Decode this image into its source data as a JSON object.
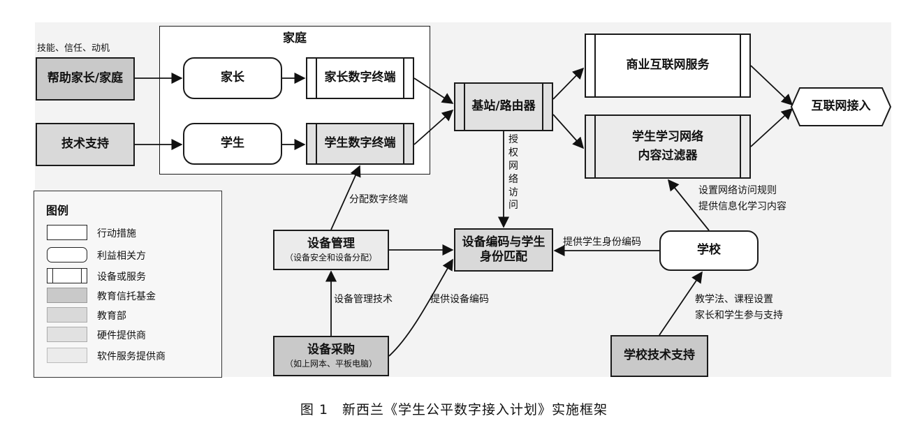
{
  "family_group": {
    "title": "家庭"
  },
  "nodes": {
    "help_family": "帮助家长/家庭",
    "tech_support": "技术支持",
    "parent": "家长",
    "student": "学生",
    "parent_terminal": "家长数字终端",
    "student_terminal": "学生数字终端",
    "base_station": "基站/路由器",
    "commercial_service": "商业互联网服务",
    "content_filter_line1": "学生学习网络",
    "content_filter_line2": "内容过滤器",
    "internet_access": "互联网接入",
    "device_management": "设备管理",
    "device_management_sub": "（设备安全和设备分配）",
    "device_matching_line1": "设备编码与学生",
    "device_matching_line2": "身份匹配",
    "school": "学校",
    "device_procurement": "设备采购",
    "device_procurement_sub": "（如上网本、平板电脑）",
    "school_tech_support": "学校技术支持"
  },
  "edge_labels": {
    "skills_trust_motivation": "技能、信任、动机",
    "assign_terminal": "分配数字终端",
    "authorize_access": [
      "授",
      "权",
      "网",
      "络",
      "访",
      "问"
    ],
    "provide_student_id": "提供学生身份编码",
    "set_access_rules": "设置网络访问规则",
    "provide_learning_content": "提供信息化学习内容",
    "device_management_tech": "设备管理技术",
    "provide_device_code": "提供设备编码",
    "pedagogy_line1": "教学法、课程设置",
    "pedagogy_line2": "家长和学生参与支持"
  },
  "legend": {
    "title": "图例",
    "items": [
      {
        "label": "行动措施",
        "style": "action",
        "color": "#ffffff"
      },
      {
        "label": "利益相关方",
        "style": "stakeholder",
        "color": "#ffffff"
      },
      {
        "label": "设备或服务",
        "style": "device",
        "color": "#ffffff"
      },
      {
        "label": "教育信托基金",
        "style": "fill",
        "color": "#c9c9c9"
      },
      {
        "label": "教育部",
        "style": "fill",
        "color": "#d9d9d9"
      },
      {
        "label": "硬件提供商",
        "style": "fill",
        "color": "#e1e1e1"
      },
      {
        "label": "软件服务提供商",
        "style": "fill",
        "color": "#ebebeb"
      }
    ]
  },
  "caption": "图 1　新西兰《学生公平数字接入计划》实施框架"
}
